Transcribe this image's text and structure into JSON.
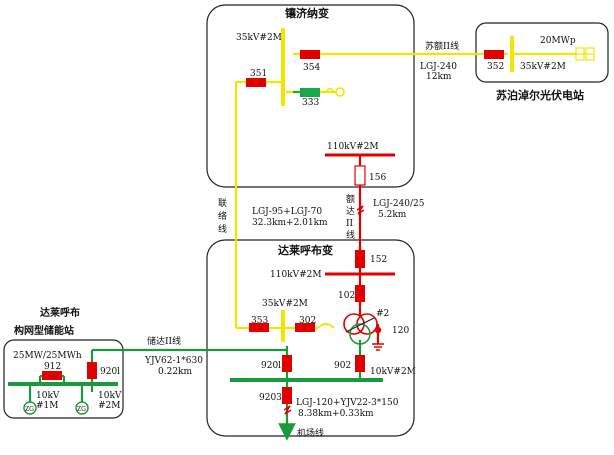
{
  "stations": {
    "top": {
      "name": "镶济纳变",
      "bus_35kv": "35kV#2M",
      "sw_354": "354",
      "sw_351": "351",
      "sw_333": "333",
      "bus_110kv": "110kV#2M",
      "sw_156": "156"
    },
    "right": {
      "name": "苏泊淖尔光伏电站",
      "capacity": "20MWp",
      "sw_352": "352",
      "bus_35kv": "35kV#2M"
    },
    "main": {
      "name": "达莱呼布变",
      "sw_152": "152",
      "bus_110kv": "110kV#2M",
      "sw_102": "102",
      "transformer": "#2",
      "sw_120": "120",
      "bus_35kv": "35kV#2M",
      "sw_353": "353",
      "sw_302": "302",
      "sw_920l": "920l",
      "sw_902": "902",
      "bus_10kv": "10kV#2M",
      "sw_9203": "9203"
    },
    "left": {
      "name_line1": "达莱呼布",
      "name_line2": "构网型储能站",
      "capacity": "25MW/25MWh",
      "sw_912": "912",
      "sw_920l": "920l",
      "bus_left": "10kV",
      "bus_left_id": "#1M",
      "bus_right": "10kV",
      "bus_right_id": "#2M",
      "gen_left": "ZG",
      "gen_right": "ZG"
    }
  },
  "lines": {
    "suji": {
      "name": "苏额II线",
      "conductor": "LGJ-240",
      "length": "12km"
    },
    "lianluo": {
      "chars": [
        "联",
        "络",
        "线"
      ],
      "conductor": "LGJ-95+LGJ-70",
      "length": "32.3km+2.01km"
    },
    "ejia": {
      "chars": [
        "额",
        "达",
        "II",
        "线"
      ],
      "conductor": "LGJ-240/25",
      "length": "5.2km"
    },
    "tadi": {
      "name": "储达II线",
      "conductor": "YJV62-1*630",
      "length": "0.22km"
    },
    "jichang": {
      "name": "机场线",
      "conductor": "LGJ-120+YJV22-3*150",
      "length": "8.38km+0.33km"
    }
  },
  "colors": {
    "line_35kv": "#f2e600",
    "line_110kv": "#e00000",
    "line_10kv": "#1a9a3a",
    "breaker_closed": "#e00000",
    "breaker_open": "#1aa64a",
    "frame": "#222222"
  }
}
